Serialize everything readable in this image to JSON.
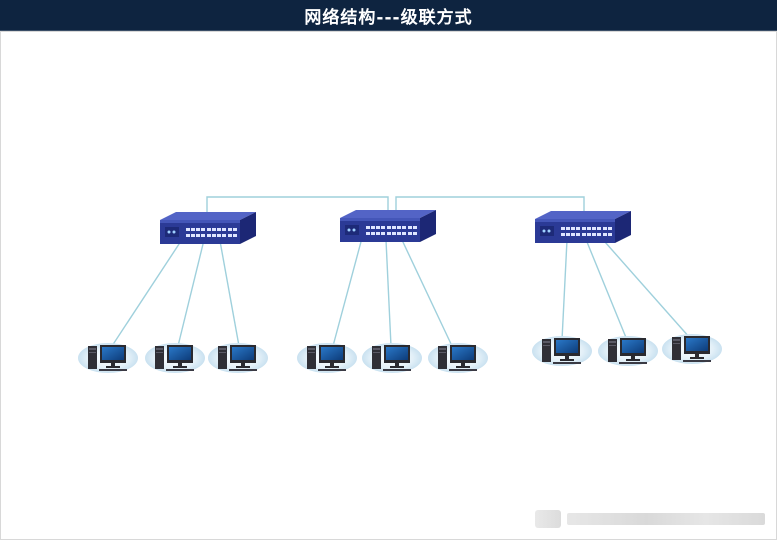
{
  "header": {
    "title": "网络结构---级联方式"
  },
  "icons": {
    "switch": "network-switch-icon",
    "computer": "desktop-computer-icon"
  },
  "colors": {
    "title_bar": "#0e2440",
    "link_line": "#9fd0dc",
    "switch_top": "#3d4fb5",
    "switch_front": "#25338a",
    "computer_halo": "#dcecf6"
  },
  "diagram": {
    "switches": [
      "switch-1",
      "switch-2",
      "switch-3"
    ],
    "groups": [
      {
        "switch": "switch-1",
        "computers": 3
      },
      {
        "switch": "switch-2",
        "computers": 3
      },
      {
        "switch": "switch-3",
        "computers": 3
      }
    ]
  }
}
